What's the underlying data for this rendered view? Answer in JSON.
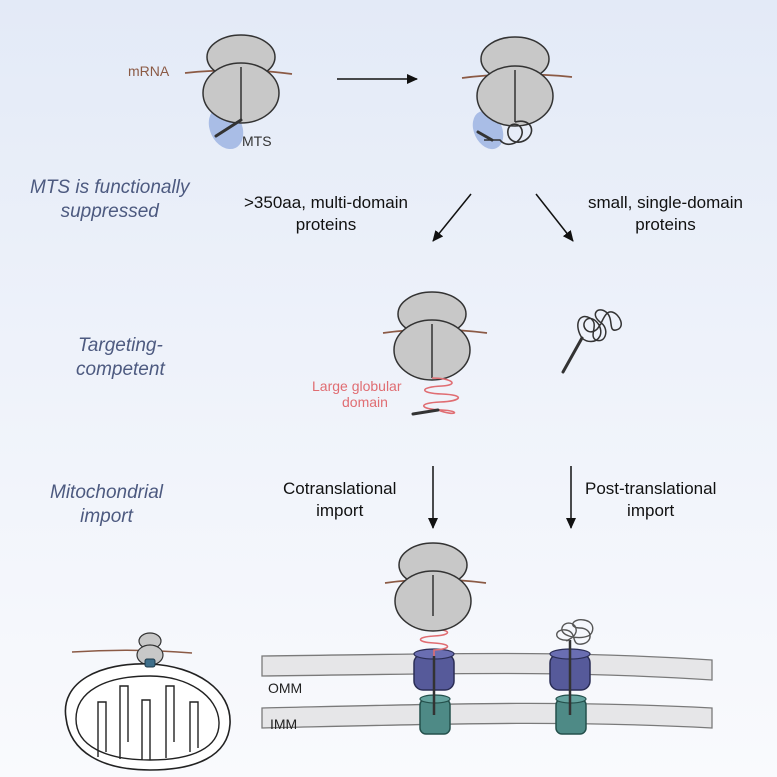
{
  "labels": {
    "mrna": "mRNA",
    "mts": "MTS",
    "large_globular_domain_line1": "Large globular",
    "large_globular_domain_line2": "domain",
    "omm": "OMM",
    "imm": "IMM"
  },
  "stages": {
    "stage1_line1": "MTS is functionally",
    "stage1_line2": "suppressed",
    "stage2_line1": "Targeting-",
    "stage2_line2": "competent",
    "stage3_line1": "Mitochondrial",
    "stage3_line2": "import"
  },
  "branches": {
    "left_line1": ">350aa, multi-domain",
    "left_line2": "proteins",
    "right_line1": "small, single-domain",
    "right_line2": "proteins"
  },
  "pathways": {
    "left_line1": "Cotranslational",
    "left_line2": "import",
    "right_line1": "Post-translational",
    "right_line2": "import"
  },
  "colors": {
    "ribosome": "#c8c8c8",
    "mts_blob": "#9db4e3",
    "domain": "#e06d72",
    "tom_channel": "#565a9a",
    "tim_channel": "#4e8a86",
    "stage_text": "#4d5a80",
    "mrna_label": "#8b5a45"
  }
}
